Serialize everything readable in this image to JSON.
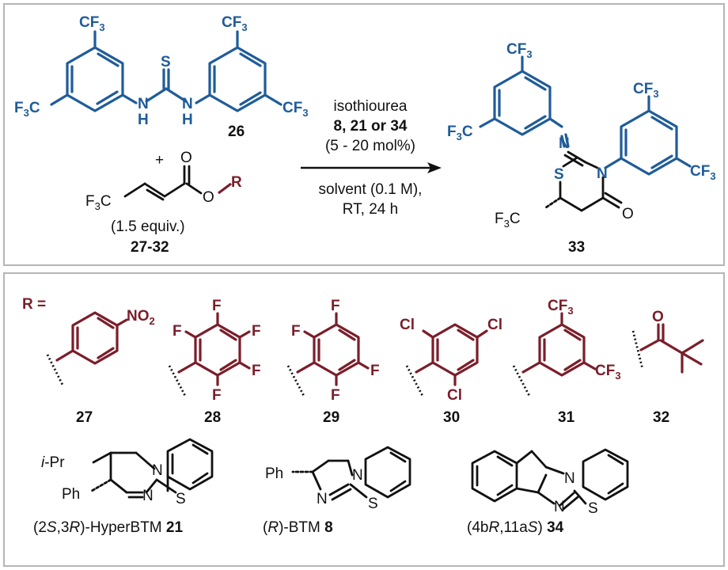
{
  "reaction": {
    "reactant_thiourea_label": "26",
    "reactant_thiourea_atoms": {
      "cf3": "CF",
      "sub3": "3",
      "f3": "F",
      "nh": "N",
      "h": "H",
      "s": "S"
    },
    "plus": "+",
    "acrylate_atoms": {
      "o": "O",
      "r": "R",
      "f3c": "F",
      "c": "C"
    },
    "equiv": "(1.5 equiv.)",
    "reactant_ester_label_a": "27",
    "reactant_ester_label_dash": "-",
    "reactant_ester_label_b": "32",
    "arrow_top_line1": "isothiourea",
    "arrow_top_cat_a": "8, 21",
    "arrow_top_or": " or ",
    "arrow_top_cat_b": "34",
    "arrow_top_line3": "(5 - 20 mol%)",
    "arrow_bottom_line1": "solvent (0.1 M),",
    "arrow_bottom_line2": "RT, 24 h",
    "product_label": "33",
    "product_atoms": {
      "n": "N",
      "s": "S",
      "o": "O"
    }
  },
  "substituents": {
    "r_label": "R =",
    "labels": [
      "27",
      "28",
      "29",
      "30",
      "31",
      "32"
    ],
    "atoms": {
      "no2": "NO",
      "f": "F",
      "cl": "Cl",
      "o": "O"
    }
  },
  "catalysts": [
    {
      "prefix": "(2",
      "i1": "S",
      "mid": ",3",
      "i2": "R",
      "suffix": ")-HyperBTM ",
      "num": "21",
      "ipr": "i",
      "ipr_rest": "-Pr",
      "ph": "Ph"
    },
    {
      "prefix": "(",
      "i1": "R",
      "suffix": ")-BTM ",
      "num": "8",
      "ph": "Ph"
    },
    {
      "prefix": "(4b",
      "i1": "R",
      "mid": ",11a",
      "i2": "S",
      "suffix": ") ",
      "num": "34"
    }
  ]
}
